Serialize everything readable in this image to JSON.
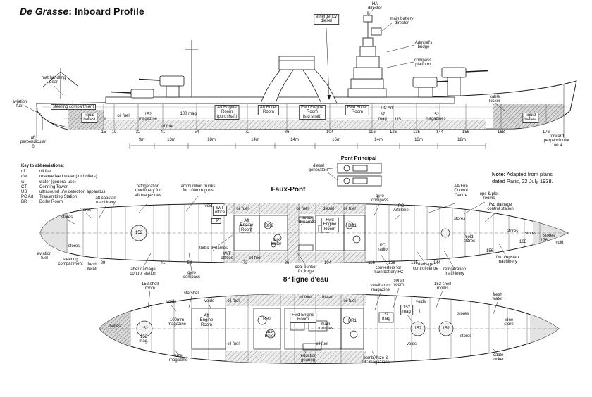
{
  "colors": {
    "paper": "#ffffff",
    "ink": "#1a1a1a"
  },
  "page": {
    "title_name": "De Grasse",
    "title_rest": ": Inboard Profile"
  },
  "note": {
    "label": "Note:",
    "text": " Adapted from plans\ndated Paris, 22 July 1938."
  },
  "key": {
    "heading": "Key to abbreviations:",
    "items": [
      {
        "abbr": "of",
        "def": "oil fuel"
      },
      {
        "abbr": "rfw",
        "def": "reserve feed water (for boilers)"
      },
      {
        "abbr": "w",
        "def": "water (general use)"
      },
      {
        "abbr": "CT",
        "def": "Conning Tower"
      },
      {
        "abbr": "US",
        "def": "ultrasound u/w detection apparatus"
      },
      {
        "abbr": "PC Art",
        "def": "Transmitting Station"
      },
      {
        "abbr": "BR",
        "def": "Boiler Room"
      }
    ]
  },
  "pont_principal": {
    "title": "Pont Principal",
    "generators": "diesel\ngenerators"
  },
  "profile": {
    "aft_perp": "aft\nperpendicular\n0",
    "fwd_perp": "forward\nperpendicular\n180.4",
    "stations": [
      "15",
      "19",
      "32",
      "41",
      "54",
      "72",
      "86",
      "104",
      "116",
      "126",
      "135",
      "144",
      "156",
      "168",
      "176"
    ],
    "dims": [
      "9m",
      "13m",
      "18m",
      "14m",
      "14m",
      "16m",
      "14m",
      "13m",
      "18m"
    ],
    "labels": {
      "mat_handling": "mat handling\ngear",
      "aviation_fuel": "aviation\nfuel",
      "steering": "steering compartment",
      "liquid_ballast_aft": "liquid\nballast",
      "w": "w",
      "oil_fuel_1": "oil fuel",
      "mag152": "152\nmagazine",
      "oil_fuel_2": "oil fuel",
      "mag100": "100 mag.",
      "aft_engine": "Aft Engine\nRoom\n(port shaft)",
      "aft_boiler": "Aft Boiler\nRoom",
      "fwd_engine": "Fwd Engine\nRoom\n(std shaft)",
      "fwd_boiler": "Fwd Boiler\nRoom",
      "emergency_diesel": "emergency\ndiesel",
      "ha_director": "HA\ndirector",
      "main_battery_director": "main battery\ndirector",
      "admirals_bridge": "Admiral's\nbridge",
      "compass_platform": "compass\nplatform",
      "pc_art": "PC Art",
      "mag37": "37\nmag",
      "us": "US",
      "magazines152": "152\nmagazines",
      "cable_locker": "cable\nlocker",
      "liquid_ballast_fwd": "liquid\nballast"
    }
  },
  "faux_pont": {
    "title": "Faux-Pont",
    "stations": [
      "29",
      "41",
      "54",
      "72",
      "86",
      "104",
      "116",
      "126",
      "135",
      "144"
    ],
    "labels": {
      "aft_capstan": "aft capstan\nmachinery",
      "refrig_aft": "refrigeration\nmachinery for\naft magazines",
      "ammo_trunks": "ammunition trunks\nfor 100mm guns",
      "void_a": "void",
      "wt_office": "W/T\noffice",
      "hp": "HP",
      "oil_fuel_top1": "oil fuel",
      "oil_fuel_top2": "oil fuel",
      "diesel_top": "diesel",
      "oil_fuel_top3": "oil fuel",
      "gyro_fwd": "gyro\ncompass",
      "pc_artillerie": "PC\nArtillerie",
      "aa_fcc": "AA Fire\nControl\nCentre",
      "ops_plot": "ops & plot\nrooms",
      "fwd_dcs": "fwd damage\ncontrol station",
      "stores_l1": "stores",
      "stores_l2": "stores",
      "stores_l3": "stores",
      "aviation_fuel": "aviation\nfuel",
      "steering": "steering\ncompartment",
      "fresh_water": "fresh\nwater",
      "after_dcs": "after damage\ncontrol station",
      "gyro_aft": "gyro\ncompass",
      "turbo_below": "turbo-dynamos",
      "wt_offices": "W/T\noffices",
      "oil_fuel_bottom": "oil fuel",
      "coal_bunker": "coal bunker\nfor forge",
      "converters": "converters for\nmain battery FC",
      "damage_cc": "damage\ncontrol centre",
      "refrig_fwd": "refrigeration\nmachinery",
      "cold_stores": "cold\nstores",
      "stores_r1": "stores",
      "stores_r2": "stores",
      "stores_r3": "stores",
      "stores_r4": "stores",
      "s156": "156",
      "s168": "168",
      "s176": "176",
      "void_b": "void",
      "b152": "152",
      "aft_engine": "Aft\nEngine\nRoom",
      "br2": "BR2",
      "aux_boiler": "aux\nboiler",
      "turbo_in": "turbo-\ndynamos",
      "fwd_engine": "Fwd\nEngine\nRoom",
      "br1": "BR1",
      "pc_radio": "PC\nradio",
      "fwd_capstan": "fwd capstan\nmachinery"
    }
  },
  "ligne_eau": {
    "title": "8° ligne d'eau",
    "labels": {
      "shell_room_aft": "152 shell\nroom",
      "starshell": "starshell",
      "voids_a": "voids",
      "voids_b": "voids",
      "oil_fuel_top1": "oil fuel",
      "oil_fuel_top2": "oil fuel",
      "diesel_top": "diesel",
      "oil_fuel_top3": "oil fuel",
      "small_arms": "small arms\nmagazine",
      "sonar": "sonar\nroom",
      "shell_rooms_fwd": "152 shell\nrooms",
      "mag152_boxed": "152\nmag",
      "voids_c": "voids",
      "mag37": "37\nmag",
      "fresh_water": "fresh\nwater",
      "stores_a": "stores",
      "stores_b": "stores",
      "ballast": "ballast",
      "b152_a": "152",
      "b152_b": "152",
      "b152_c": "152",
      "mag152_aft": "152\nmag.",
      "mag100": "100mm\nmagazine",
      "aft_engine": "Aft\nEngine\nRoom",
      "br2": "BR2",
      "aux_boiler": "aux\nboiler",
      "fwd_engine": "Fwd Engine\nRoom",
      "main_turbines": "main\nturbines",
      "br1": "BR1",
      "wine_store": "wine\nstore",
      "fuze_mag": "fuze\nmagazine",
      "reduction": "reduction\ngearing",
      "bomb_fuze": "bomb, fuze &\nDC magazines",
      "voids_d": "voids",
      "cable_locker": "cable\nlocker",
      "oil_fuel_bottom1": "oil fuel",
      "oil_fuel_bottom2": "oil fuel"
    }
  }
}
